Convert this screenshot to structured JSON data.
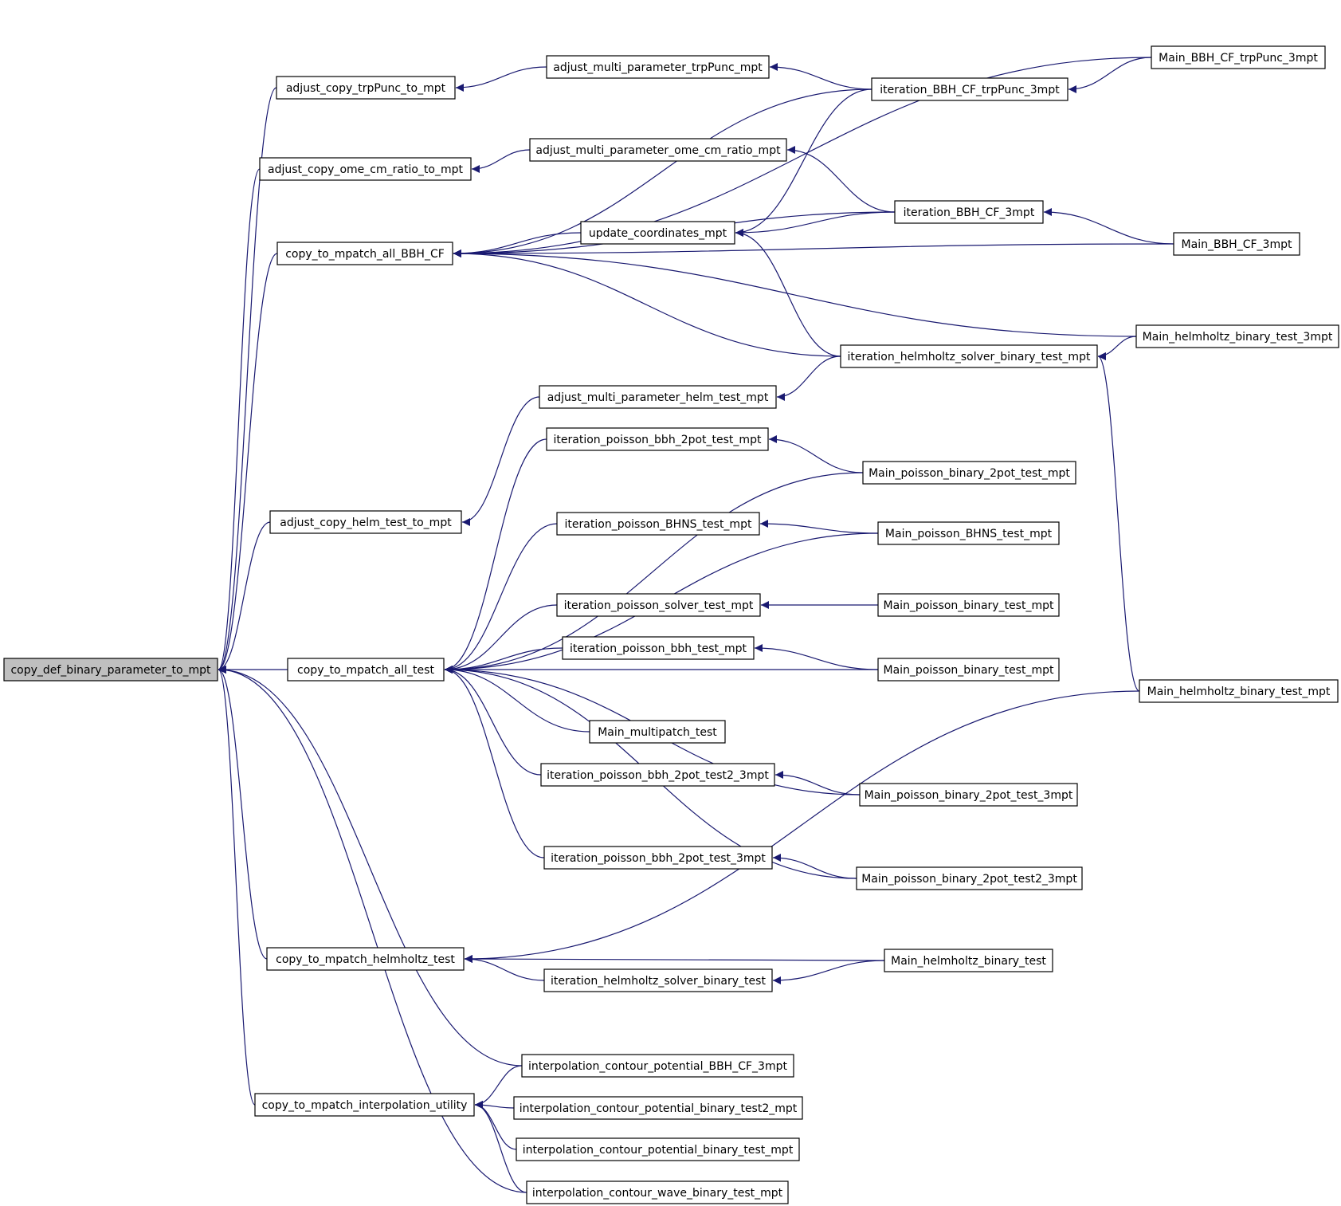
{
  "graph": {
    "colors": {
      "edge": "#191970",
      "node_border": "#000000",
      "node_fill": "#ffffff",
      "root_fill": "#bfbfbf",
      "text": "#000000"
    },
    "nodes": [
      {
        "id": "root",
        "label": "copy_def_binary_parameter_to_mpt"
      },
      {
        "id": "adj_trp",
        "label": "adjust_copy_trpPunc_to_mpt"
      },
      {
        "id": "adj_ome",
        "label": "adjust_copy_ome_cm_ratio_to_mpt"
      },
      {
        "id": "cp_bbh",
        "label": "copy_to_mpatch_all_BBH_CF"
      },
      {
        "id": "adj_helm",
        "label": "adjust_copy_helm_test_to_mpt"
      },
      {
        "id": "cp_test",
        "label": "copy_to_mpatch_all_test"
      },
      {
        "id": "cp_helm",
        "label": "copy_to_mpatch_helmholtz_test"
      },
      {
        "id": "cp_interp",
        "label": "copy_to_mpatch_interpolation_utility"
      },
      {
        "id": "amp_trp",
        "label": "adjust_multi_parameter_trpPunc_mpt"
      },
      {
        "id": "amp_ome",
        "label": "adjust_multi_parameter_ome_cm_ratio_mpt"
      },
      {
        "id": "upd",
        "label": "update_coordinates_mpt"
      },
      {
        "id": "amp_helm",
        "label": "adjust_multi_parameter_helm_test_mpt"
      },
      {
        "id": "ip_2pot",
        "label": "iteration_poisson_bbh_2pot_test_mpt"
      },
      {
        "id": "ip_bhns",
        "label": "iteration_poisson_BHNS_test_mpt"
      },
      {
        "id": "ip_solver",
        "label": "iteration_poisson_solver_test_mpt"
      },
      {
        "id": "ip_bbh",
        "label": "iteration_poisson_bbh_test_mpt"
      },
      {
        "id": "main_multi",
        "label": "Main_multipatch_test"
      },
      {
        "id": "ip_2pot2_3",
        "label": "iteration_poisson_bbh_2pot_test2_3mpt"
      },
      {
        "id": "ip_2pot_3",
        "label": "iteration_poisson_bbh_2pot_test_3mpt"
      },
      {
        "id": "ih_solver",
        "label": "iteration_helmholtz_solver_binary_test"
      },
      {
        "id": "icp_bbh",
        "label": "interpolation_contour_potential_BBH_CF_3mpt"
      },
      {
        "id": "icp_t2",
        "label": "interpolation_contour_potential_binary_test2_mpt"
      },
      {
        "id": "icp_t",
        "label": "interpolation_contour_potential_binary_test_mpt"
      },
      {
        "id": "icw_t",
        "label": "interpolation_contour_wave_binary_test_mpt"
      },
      {
        "id": "it_trp",
        "label": "iteration_BBH_CF_trpPunc_3mpt"
      },
      {
        "id": "it_bbh",
        "label": "iteration_BBH_CF_3mpt"
      },
      {
        "id": "it_helm",
        "label": "iteration_helmholtz_solver_binary_test_mpt"
      },
      {
        "id": "m_p2pot",
        "label": "Main_poisson_binary_2pot_test_mpt"
      },
      {
        "id": "m_pbhns",
        "label": "Main_poisson_BHNS_test_mpt"
      },
      {
        "id": "m_pbt1",
        "label": "Main_poisson_binary_test_mpt"
      },
      {
        "id": "m_pbt2",
        "label": "Main_poisson_binary_test_mpt"
      },
      {
        "id": "m_p2pot3",
        "label": "Main_poisson_binary_2pot_test_3mpt"
      },
      {
        "id": "m_p2pot2_3",
        "label": "Main_poisson_binary_2pot_test2_3mpt"
      },
      {
        "id": "m_hbt",
        "label": "Main_helmholtz_binary_test"
      },
      {
        "id": "m_trp",
        "label": "Main_BBH_CF_trpPunc_3mpt"
      },
      {
        "id": "m_bbh",
        "label": "Main_BBH_CF_3mpt"
      },
      {
        "id": "m_hbt3",
        "label": "Main_helmholtz_binary_test_3mpt"
      },
      {
        "id": "m_hbtm",
        "label": "Main_helmholtz_binary_test_mpt"
      }
    ],
    "edges": [
      [
        "adj_trp",
        "root"
      ],
      [
        "adj_ome",
        "root"
      ],
      [
        "cp_bbh",
        "root"
      ],
      [
        "adj_helm",
        "root"
      ],
      [
        "cp_test",
        "root"
      ],
      [
        "cp_helm",
        "root"
      ],
      [
        "cp_interp",
        "root"
      ],
      [
        "icp_bbh",
        "root"
      ],
      [
        "icw_t",
        "root"
      ],
      [
        "amp_trp",
        "adj_trp"
      ],
      [
        "amp_ome",
        "adj_ome"
      ],
      [
        "amp_helm",
        "adj_helm"
      ],
      [
        "upd",
        "cp_bbh"
      ],
      [
        "it_trp",
        "cp_bbh"
      ],
      [
        "it_bbh",
        "cp_bbh"
      ],
      [
        "m_trp",
        "cp_bbh"
      ],
      [
        "m_bbh",
        "cp_bbh"
      ],
      [
        "m_hbt3",
        "cp_bbh"
      ],
      [
        "it_helm",
        "cp_bbh"
      ],
      [
        "it_trp",
        "amp_trp"
      ],
      [
        "it_bbh",
        "amp_ome"
      ],
      [
        "it_trp",
        "upd"
      ],
      [
        "it_bbh",
        "upd"
      ],
      [
        "it_helm",
        "upd"
      ],
      [
        "it_helm",
        "amp_helm"
      ],
      [
        "m_trp",
        "it_trp"
      ],
      [
        "m_bbh",
        "it_bbh"
      ],
      [
        "m_hbt3",
        "it_helm"
      ],
      [
        "m_hbtm",
        "it_helm"
      ],
      [
        "ip_2pot",
        "cp_test"
      ],
      [
        "m_p2pot",
        "cp_test"
      ],
      [
        "ip_bhns",
        "cp_test"
      ],
      [
        "m_pbhns",
        "cp_test"
      ],
      [
        "ip_solver",
        "cp_test"
      ],
      [
        "ip_bbh",
        "cp_test"
      ],
      [
        "m_pbt2",
        "cp_test"
      ],
      [
        "main_multi",
        "cp_test"
      ],
      [
        "ip_2pot2_3",
        "cp_test"
      ],
      [
        "m_p2pot3",
        "cp_test"
      ],
      [
        "ip_2pot_3",
        "cp_test"
      ],
      [
        "m_p2pot2_3",
        "cp_test"
      ],
      [
        "m_p2pot",
        "ip_2pot"
      ],
      [
        "m_pbhns",
        "ip_bhns"
      ],
      [
        "m_pbt1",
        "ip_solver"
      ],
      [
        "m_pbt2",
        "ip_bbh"
      ],
      [
        "m_p2pot3",
        "ip_2pot2_3"
      ],
      [
        "m_p2pot2_3",
        "ip_2pot_3"
      ],
      [
        "m_hbt",
        "cp_helm"
      ],
      [
        "ih_solver",
        "cp_helm"
      ],
      [
        "m_hbtm",
        "cp_helm"
      ],
      [
        "m_hbt",
        "ih_solver"
      ],
      [
        "icp_bbh",
        "cp_interp"
      ],
      [
        "icp_t2",
        "cp_interp"
      ],
      [
        "icp_t",
        "cp_interp"
      ],
      [
        "icw_t",
        "cp_interp"
      ]
    ]
  }
}
